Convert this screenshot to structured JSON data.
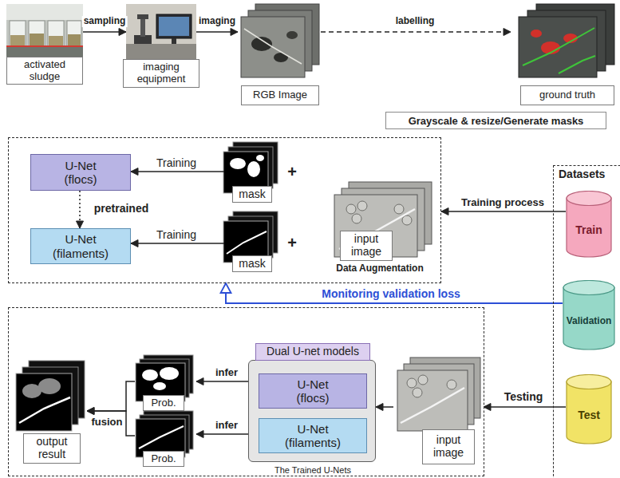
{
  "diagram": {
    "nodes": [
      {
        "text": [
          "activated sludge"
        ]
      },
      {
        "text": [
          "imaging equipment"
        ]
      },
      {
        "text": [
          "RGB Image"
        ]
      },
      {
        "text": [
          "ground truth"
        ]
      },
      {
        "text": [
          "Grayscale & resize/Generate masks"
        ]
      },
      {
        "text": [
          "Datasets"
        ]
      },
      {
        "text": [
          "Train"
        ],
        "in": 5
      },
      {
        "text": [
          "Validation"
        ],
        "in": 5
      },
      {
        "text": [
          "Test"
        ],
        "in": 5
      },
      {
        "text": []
      },
      {
        "text": [
          "U-Net (flocs)"
        ],
        "in": 9
      },
      {
        "text": [
          "U-Net (filaments)"
        ],
        "in": 9
      },
      {
        "text": [
          "mask"
        ],
        "in": 9
      },
      {
        "text": [
          "mask"
        ],
        "in": 9
      },
      {
        "text": [
          "input image",
          "Data Augmentation"
        ],
        "in": 9
      },
      {
        "text": []
      },
      {
        "text": [
          "Dual U-net models",
          "The Trained U-Nets"
        ],
        "in": 15
      },
      {
        "text": [
          "U-Net (flocs)"
        ],
        "in": 16
      },
      {
        "text": [
          "U-Net (filaments)"
        ],
        "in": 16
      },
      {
        "text": [
          "input image"
        ],
        "in": 15
      },
      {
        "text": [
          "Prob."
        ],
        "in": 15
      },
      {
        "text": [
          "Prob."
        ],
        "in": 15
      },
      {
        "text": [
          "output result"
        ],
        "in": 15
      }
    ],
    "edges": [
      {
        "from": 0,
        "to": 1,
        "label": "sampling",
        "arrow": "to"
      },
      {
        "from": 1,
        "to": 2,
        "label": "imaging",
        "arrow": "to"
      },
      {
        "from": 2,
        "to": 3,
        "label": "labelling",
        "arrow": "to"
      },
      {
        "from": 12,
        "to": 10,
        "label": "Training",
        "arrow": "to"
      },
      {
        "from": 10,
        "to": 11,
        "label": "pretrained",
        "arrow": "to"
      },
      {
        "from": 13,
        "to": 11,
        "label": "Training",
        "arrow": "to"
      },
      {
        "from": 6,
        "to": 9,
        "label": "Training process",
        "arrow": "to"
      },
      {
        "from": 7,
        "to": 9,
        "label": "Monitoring validation loss",
        "arrow": "to"
      },
      {
        "from": 8,
        "to": 19,
        "label": "Testing",
        "arrow": "to"
      },
      {
        "from": 19,
        "to": 16,
        "arrow": "to"
      },
      {
        "from": 17,
        "to": 20,
        "label": "infer",
        "arrow": "to"
      },
      {
        "from": 18,
        "to": 21,
        "label": "infer",
        "arrow": "to"
      },
      {
        "from": 20,
        "to": 22,
        "arrow": "to"
      },
      {
        "from": 21,
        "to": 22,
        "label": "fusion",
        "arrow": "to"
      }
    ],
    "labels": [
      "+",
      "+"
    ]
  }
}
